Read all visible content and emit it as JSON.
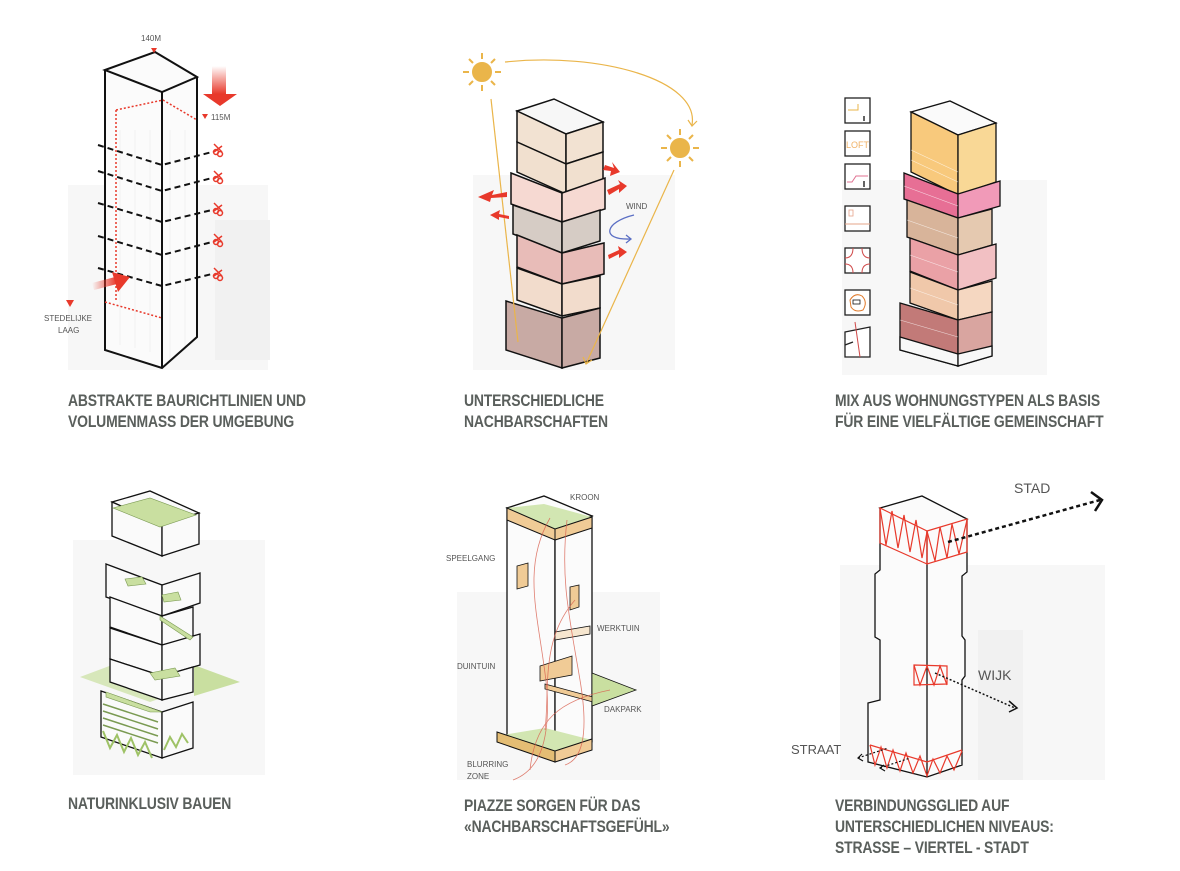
{
  "panels": [
    {
      "id": "abstract-guidelines",
      "caption": [
        "ABSTRAKTE BAURICHTLINIEN UND",
        "VOLUMENMASS DER UMGEBUNG"
      ],
      "labels": {
        "top_height": "140M",
        "cut_height": "115M",
        "base_layer_1": "STEDELIJKE",
        "base_layer_2": "LAAG"
      }
    },
    {
      "id": "different-neighbourhoods",
      "caption": [
        "UNTERSCHIEDLICHE",
        "NACHBARSCHAFTEN"
      ],
      "labels": {
        "wind": "WIND"
      }
    },
    {
      "id": "housing-mix",
      "caption": [
        "MIX AUS WOHNUNGSTYPEN ALS BASIS",
        "FÜR EINE VIELFÄLTIGE GEMEINSCHAFT"
      ],
      "labels": {
        "loft": "LOFT"
      },
      "legend_icons": [
        "maisonette-icon",
        "loft-icon",
        "split-level-icon",
        "studio-icon",
        "corner-unit-icon",
        "flexible-unit-icon",
        "penthouse-icon"
      ]
    },
    {
      "id": "nature-inclusive",
      "caption": [
        "NATURINKLUSIV BAUEN"
      ],
      "labels": {}
    },
    {
      "id": "piazzas",
      "caption": [
        "PIAZZE SORGEN FÜR DAS",
        "«NACHBARSCHAFTSGEFÜHL»"
      ],
      "labels": {
        "kroon": "KROON",
        "speelgang": "SPEELGANG",
        "werktuin": "WERKTUIN",
        "duintuin": "DUINTUIN",
        "dakpark": "DAKPARK",
        "blurring_1": "BLURRING",
        "blurring_2": "ZONE"
      }
    },
    {
      "id": "connecting-levels",
      "caption": [
        "VERBINDUNGSGLIED AUF",
        "UNTERSCHIEDLICHEN NIVEAUS:",
        "STRASSE – VIERTEL - STADT"
      ],
      "labels": {
        "stad": "STAD",
        "wijk": "WIJK",
        "straat": "STRAAT"
      }
    }
  ],
  "colors": {
    "caption": "#5a5f5c",
    "accent_red": "#e8392b",
    "sun": "#eab54a",
    "green": "#c9dfa0",
    "wind_blue": "#5b6fc4"
  }
}
